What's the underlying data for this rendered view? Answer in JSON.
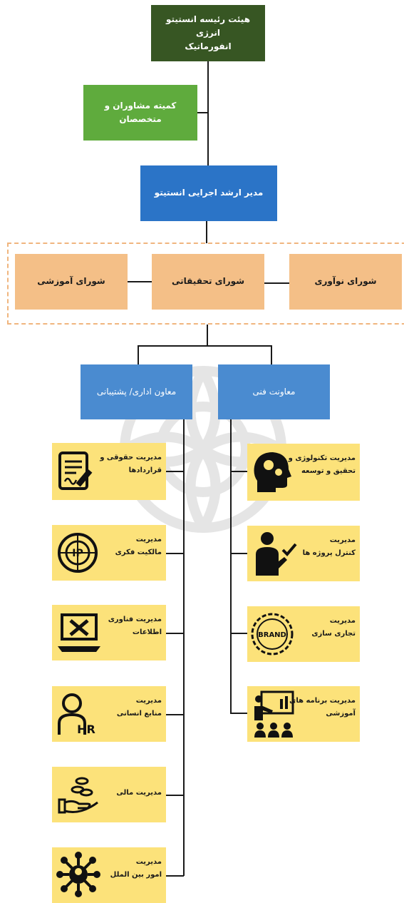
{
  "root": {
    "line1": "هیئت رئیسه انستیتو انرژی",
    "line2": "انفورماتیک"
  },
  "committee": {
    "label": "کمیته مشاوران و متخصصان"
  },
  "ceo": {
    "label": "مدیر ارشد اجرایی انستیتو"
  },
  "councils": {
    "education": "شورای آموزشی",
    "research": "شورای تحقیقاتی",
    "innovation": "شورای نوآوری"
  },
  "deputies": {
    "admin": "معاون اداری/ پشتیبانی",
    "technical": "معاونت فنی"
  },
  "admin_departments": [
    {
      "line1": "مدیریت حقوقی و",
      "line2": "قراردادها",
      "icon": "contract-icon"
    },
    {
      "line1": "مدیریت",
      "line2": "مالکیت فکری",
      "icon": "ip-globe-icon",
      "icon_text": "IP"
    },
    {
      "line1": "مدیریت فناوری اطلاعات",
      "line2": "",
      "icon": "laptop-tools-icon"
    },
    {
      "line1": "مدیریت",
      "line2": "منابع انسانی",
      "icon": "hr-person-icon",
      "icon_text": "HR"
    },
    {
      "line1": "مدیریت مالی",
      "line2": "",
      "icon": "hand-coins-icon"
    },
    {
      "line1": "مدیریت",
      "line2": "امور بین الملل",
      "icon": "network-person-icon"
    }
  ],
  "technical_departments": [
    {
      "line1": "مدیریت تکنولوژی و",
      "line2": "تحقیق و توسعه",
      "icon": "head-gears-icon"
    },
    {
      "line1": "مدیریت",
      "line2": "کنترل پروژه ها",
      "icon": "manager-check-icon"
    },
    {
      "line1": "مدیریت",
      "line2": "تجاری سازی",
      "icon": "brand-seal-icon",
      "icon_text": "BRAND"
    },
    {
      "line1": "مدیریت برنامه های",
      "line2": "آموزشی",
      "icon": "presentation-icon"
    }
  ],
  "colors": {
    "root": "#375623",
    "committee": "#5fab3d",
    "ceo": "#2b74c7",
    "council": "#f4bf87",
    "deputy": "#4a8bd0",
    "department": "#fce27a"
  }
}
